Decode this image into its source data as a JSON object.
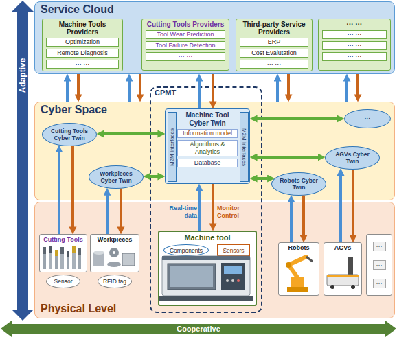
{
  "diagram": {
    "nodes": [
      {
        "text": [
          "Service Cloud"
        ]
      },
      {
        "text": [
          "Machine Tools Providers"
        ],
        "in": 0
      },
      {
        "text": [
          "Optimization"
        ],
        "in": 1
      },
      {
        "text": [
          "Remote Diagnosis"
        ],
        "in": 1
      },
      {
        "text": [
          "··· ···"
        ],
        "in": 1
      },
      {
        "text": [
          "Cutting Tools Providers"
        ],
        "in": 0
      },
      {
        "text": [
          "Tool Wear Prediction"
        ],
        "in": 5
      },
      {
        "text": [
          "Tool Failure Detection"
        ],
        "in": 5
      },
      {
        "text": [
          "··· ···"
        ],
        "in": 5
      },
      {
        "text": [
          "Third-party Service Providers"
        ],
        "in": 0
      },
      {
        "text": [
          "ERP"
        ],
        "in": 9
      },
      {
        "text": [
          "Cost Evalutation"
        ],
        "in": 9
      },
      {
        "text": [
          "··· ···"
        ],
        "in": 9
      },
      {
        "text": [
          "··· ···"
        ],
        "in": 0
      },
      {
        "text": [
          "··· ···"
        ],
        "in": 13
      },
      {
        "text": [
          "··· ···"
        ],
        "in": 13
      },
      {
        "text": [
          "··· ···"
        ],
        "in": 13
      },
      {
        "text": [
          "Cyber Space"
        ]
      },
      {
        "text": [
          "Cutting Tools Cyber Twin"
        ],
        "in": 17
      },
      {
        "text": [
          "Workpieces Cyber Twin"
        ],
        "in": 17
      },
      {
        "text": [
          "Robots Cyber Twin"
        ],
        "in": 17
      },
      {
        "text": [
          "AGVs Cyber Twin"
        ],
        "in": 17
      },
      {
        "text": [
          "···"
        ],
        "in": 17
      },
      {
        "text": [
          "Physical Level"
        ]
      },
      {
        "text": [
          "Cutting Tools"
        ],
        "in": 23
      },
      {
        "text": [
          "Sensor"
        ],
        "in": 23
      },
      {
        "text": [
          "Workpieces"
        ],
        "in": 23
      },
      {
        "text": [
          "RFID tag"
        ],
        "in": 23
      },
      {
        "text": [
          "Robots"
        ],
        "in": 23
      },
      {
        "text": [
          "AGVs"
        ],
        "in": 23
      },
      {
        "text": [
          "···",
          "···",
          "···"
        ],
        "in": 23
      },
      {
        "text": [
          "CPMT"
        ]
      },
      {
        "text": [
          "Machine Tool Cyber Twin"
        ],
        "in": 31
      },
      {
        "text": [
          "M2M Interfaces"
        ],
        "in": 32
      },
      {
        "text": [
          "Information model"
        ],
        "in": 32
      },
      {
        "text": [
          "Algorithms & Analytics"
        ],
        "in": 32
      },
      {
        "text": [
          "Database"
        ],
        "in": 32
      },
      {
        "text": [
          "M2M Interfaces"
        ],
        "in": 32
      },
      {
        "text": [
          "Machine tool"
        ],
        "in": 31
      },
      {
        "text": [
          "Components"
        ],
        "in": 38
      },
      {
        "text": [
          "Sensors"
        ],
        "in": 38
      }
    ],
    "edges": [
      {
        "from": 17,
        "to": 0,
        "arrow": "to"
      },
      {
        "from": 0,
        "to": 17,
        "arrow": "to"
      },
      {
        "from": 17,
        "to": 0,
        "arrow": "to"
      },
      {
        "from": 0,
        "to": 17,
        "arrow": "to"
      },
      {
        "from": 32,
        "to": 0,
        "arrow": "to"
      },
      {
        "from": 0,
        "to": 32,
        "arrow": "to"
      },
      {
        "from": 17,
        "to": 0,
        "arrow": "to"
      },
      {
        "from": 0,
        "to": 17,
        "arrow": "to"
      },
      {
        "from": 17,
        "to": 0,
        "arrow": "to"
      },
      {
        "from": 0,
        "to": 17,
        "arrow": "to"
      },
      {
        "from": 18,
        "to": 32,
        "arrow": "both"
      },
      {
        "from": 19,
        "to": 32,
        "arrow": "both"
      },
      {
        "from": 32,
        "to": 22,
        "arrow": "both"
      },
      {
        "from": 32,
        "to": 21,
        "arrow": "both"
      },
      {
        "from": 32,
        "to": 20,
        "arrow": "both"
      },
      {
        "from": 24,
        "to": 18,
        "arrow": "to"
      },
      {
        "from": 18,
        "to": 24,
        "arrow": "to"
      },
      {
        "from": 26,
        "to": 19,
        "arrow": "to"
      },
      {
        "from": 19,
        "to": 26,
        "arrow": "to"
      },
      {
        "from": 38,
        "to": 32,
        "arrow": "to",
        "label": "Real-time data"
      },
      {
        "from": 32,
        "to": 38,
        "arrow": "to",
        "label": "Monitor Control"
      },
      {
        "from": 28,
        "to": 20,
        "arrow": "to"
      },
      {
        "from": 20,
        "to": 28,
        "arrow": "to"
      },
      {
        "from": 29,
        "to": 21,
        "arrow": "to"
      },
      {
        "from": 21,
        "to": 29,
        "arrow": "to"
      }
    ],
    "labels": [
      "Adaptive",
      "Cooperative"
    ]
  }
}
